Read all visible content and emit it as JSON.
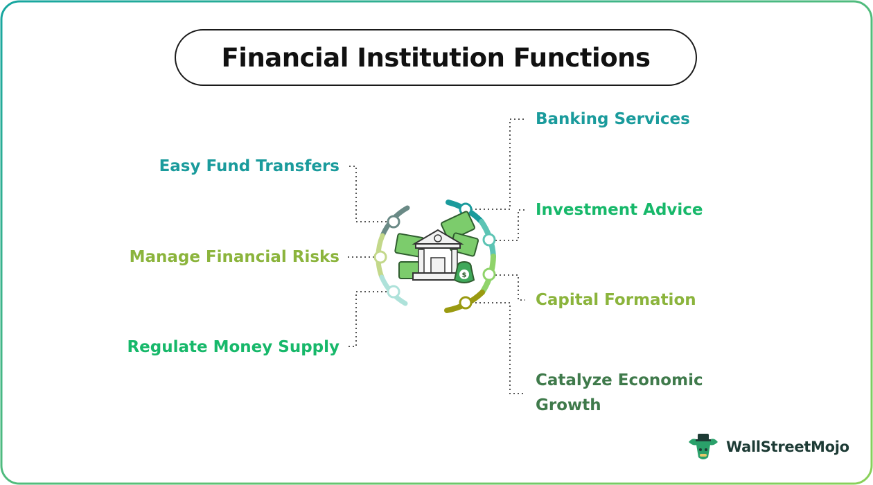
{
  "title": "Financial Institution Functions",
  "colors": {
    "teal": "#1a9b9c",
    "green": "#17b86a",
    "olive": "#8bb43c",
    "dark_green": "#3f7a4b",
    "border_start": "#17a6a0",
    "border_end": "#8ad15a"
  },
  "center_icon": "bank-with-money-icon",
  "functions_right": [
    {
      "label": "Banking Services",
      "color": "#1a9b9c"
    },
    {
      "label": "Investment Advice",
      "color": "#17b86a"
    },
    {
      "label": "Capital Formation",
      "color": "#8bb43c"
    },
    {
      "label": "Catalyze Economic Growth",
      "color": "#3f7a4b"
    }
  ],
  "functions_left": [
    {
      "label": "Easy Fund Transfers",
      "color": "#1a9b9c"
    },
    {
      "label": "Manage Financial Risks",
      "color": "#8bb43c"
    },
    {
      "label": "Regulate Money Supply",
      "color": "#17b86a"
    }
  ],
  "brand": {
    "name": "WallStreetMojo",
    "icon": "bull-mascot-icon"
  }
}
